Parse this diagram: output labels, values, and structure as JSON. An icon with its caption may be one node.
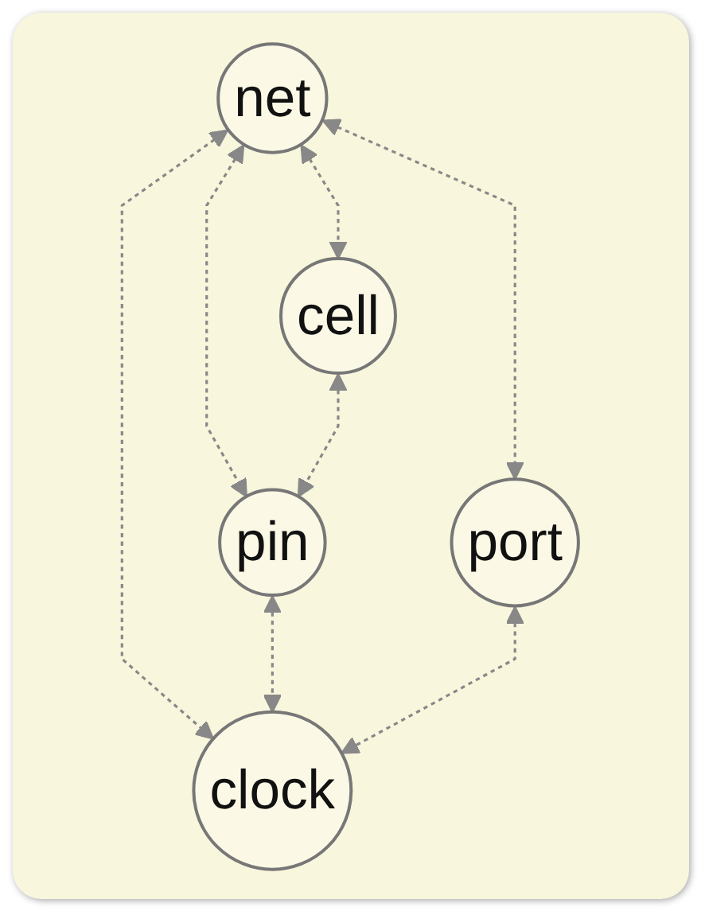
{
  "diagram": {
    "nodes": [
      {
        "text": [
          "net"
        ]
      },
      {
        "text": [
          "cell"
        ]
      },
      {
        "text": [
          "pin"
        ]
      },
      {
        "text": [
          "port"
        ]
      },
      {
        "text": [
          "clock"
        ]
      }
    ],
    "edges": [
      {
        "from": 0,
        "to": 1,
        "arrow": "both",
        "style": "dashed"
      },
      {
        "from": 0,
        "to": 2,
        "arrow": "both",
        "style": "dashed"
      },
      {
        "from": 0,
        "to": 4,
        "arrow": "both",
        "style": "dashed"
      },
      {
        "from": 0,
        "to": 3,
        "arrow": "both",
        "style": "dashed"
      },
      {
        "from": 1,
        "to": 2,
        "arrow": "both",
        "style": "dashed"
      },
      {
        "from": 2,
        "to": 4,
        "arrow": "both",
        "style": "dashed"
      },
      {
        "from": 3,
        "to": 4,
        "arrow": "both",
        "style": "dashed"
      }
    ]
  }
}
